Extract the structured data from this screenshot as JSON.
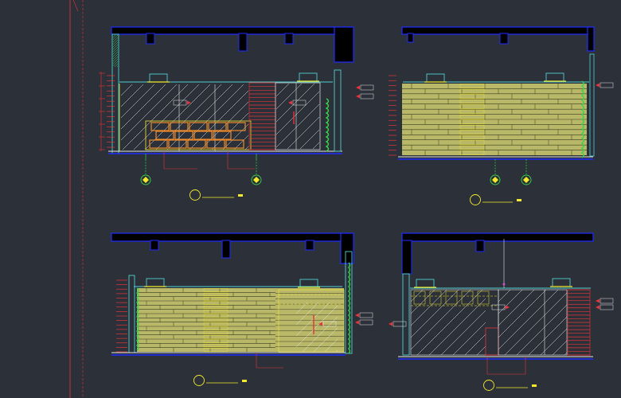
{
  "colors": {
    "background": "#2b3039",
    "slab": "#000000",
    "slab_edge": "#1f2cff",
    "wood_fill": "#b9b868",
    "wood_line": "#3a3b22",
    "cyan": "#4fd2d2",
    "yellow": "#f4ea2c",
    "red": "#e8343a",
    "green": "#37d54a",
    "white": "#e6e6e6",
    "magenta": "#d04fd0",
    "brick": "#f08c2c",
    "watermark": "#ffffff"
  },
  "panels": [
    {
      "id": "A",
      "title_text": "",
      "scale_text": "",
      "callouts": [
        "",
        "",
        "",
        ""
      ],
      "dimension_texts": [
        "",
        ""
      ]
    },
    {
      "id": "B",
      "title_text": "",
      "scale_text": "",
      "strip_labels": [
        "",
        "",
        "",
        "",
        "",
        "",
        "",
        "",
        "",
        "",
        "",
        "",
        "",
        ""
      ],
      "callouts": [
        ""
      ]
    },
    {
      "id": "C",
      "title_text": "",
      "scale_text": "",
      "strip_labels": [
        "",
        "",
        "",
        "",
        "",
        "",
        "",
        "",
        "",
        "",
        "",
        "",
        "",
        "",
        ""
      ],
      "callouts": [
        "",
        "",
        ""
      ]
    },
    {
      "id": "D",
      "title_text": "",
      "scale_text": "",
      "callouts": [
        "",
        "",
        "",
        ""
      ]
    }
  ],
  "watermark": {
    "url_text": "",
    "brand_text": ""
  }
}
